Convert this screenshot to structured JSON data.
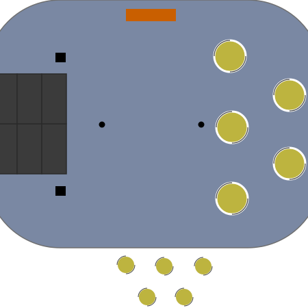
{
  "board": {
    "shape": "rounded-rectangle",
    "fill": "#7a88a3",
    "stroke": "#6f6f6f"
  },
  "connector_block": {
    "label": "",
    "rows": 2,
    "cols": 3,
    "fill": "#3b3b3b",
    "line_color": "#2a2a2a"
  },
  "orange_pad": {
    "fill": "#c95f00"
  },
  "mounting_squares": {
    "fill": "#000000",
    "count": 2
  },
  "small_dots": {
    "fill": "#000000",
    "count": 2
  },
  "large_pads": {
    "fill": "#bdb43f",
    "stroke": "#444444",
    "count": 5
  },
  "small_pads": {
    "fill": "#bdb43f",
    "stroke": "#444444",
    "count": 5
  }
}
